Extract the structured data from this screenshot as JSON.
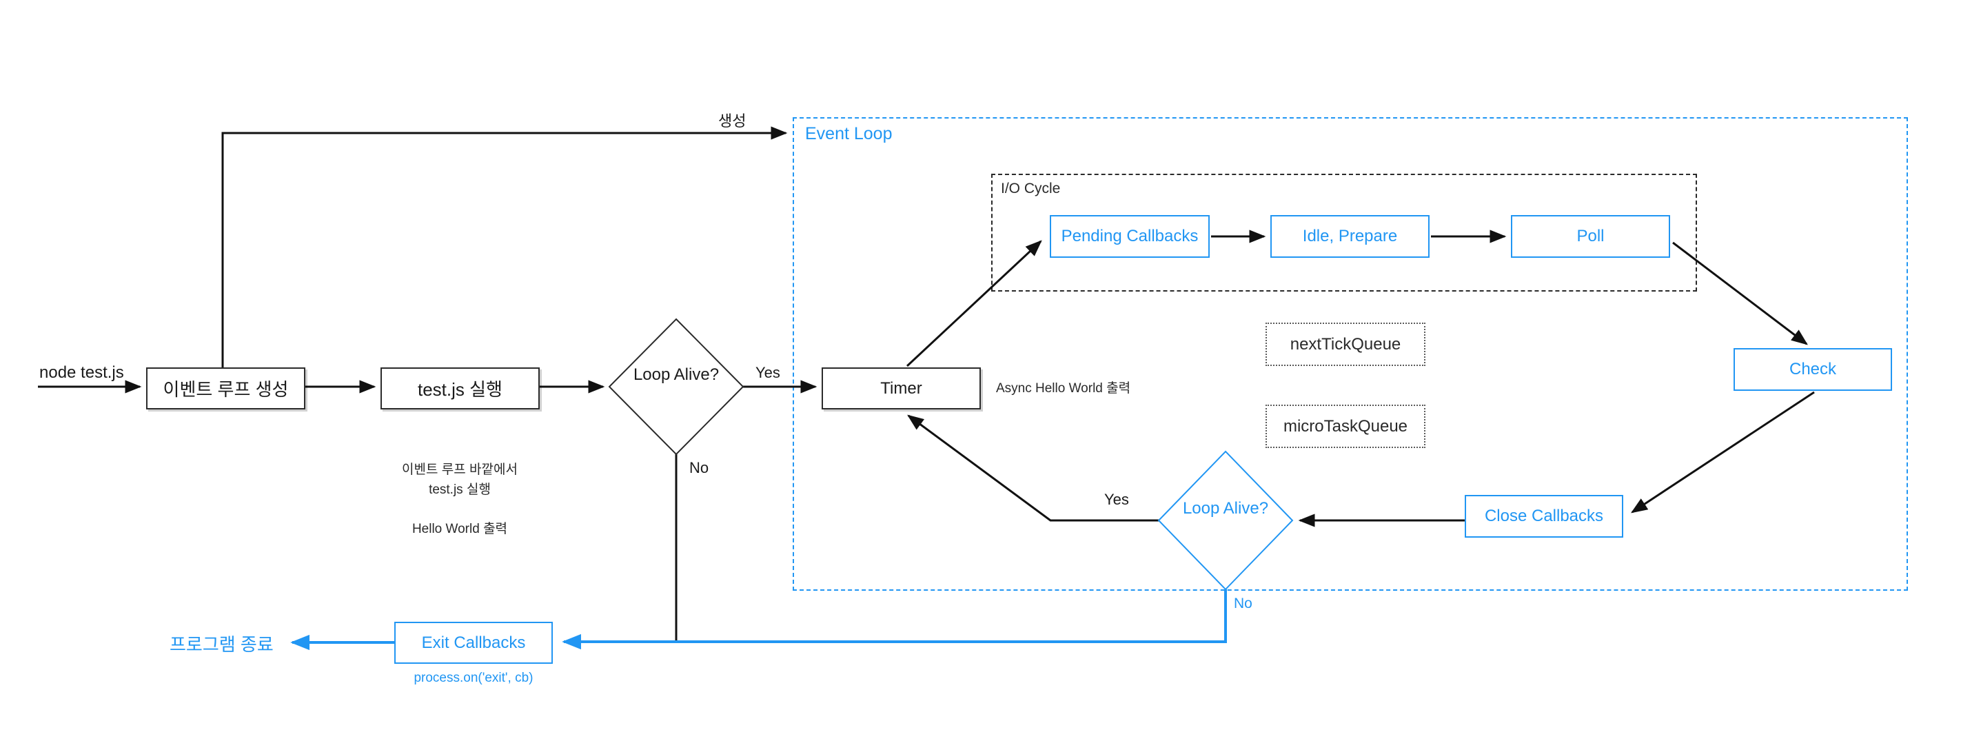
{
  "colors": {
    "accent_blue": "#2196F3",
    "line_black": "#111111"
  },
  "containers": {
    "event_loop_label": "Event Loop",
    "io_cycle_label": "I/O Cycle"
  },
  "nodes": {
    "create_loop": "이벤트 루프 생성",
    "run_test": "test.js 실행",
    "loop_alive1": "Loop Alive?",
    "timer": "Timer",
    "pending_callbacks": "Pending Callbacks",
    "idle_prepare": "Idle, Prepare",
    "poll": "Poll",
    "check": "Check",
    "close_callbacks": "Close Callbacks",
    "next_tick_queue": "nextTickQueue",
    "micro_task_queue": "microTaskQueue",
    "loop_alive2": "Loop Alive?",
    "exit_callbacks": "Exit Callbacks"
  },
  "edge_labels": {
    "start_command": "node test.js",
    "create": "생성",
    "yes1": "Yes",
    "no1": "No",
    "yes2": "Yes",
    "no2": "No",
    "terminate": "프로그램 종료"
  },
  "notes": {
    "outside_line1": "이벤트 루프 바깥에서",
    "outside_line2": "test.js 실행",
    "hello_output": "Hello World 출력",
    "async_output": "Async Hello World 출력",
    "process_on_exit": "process.on('exit', cb)"
  }
}
